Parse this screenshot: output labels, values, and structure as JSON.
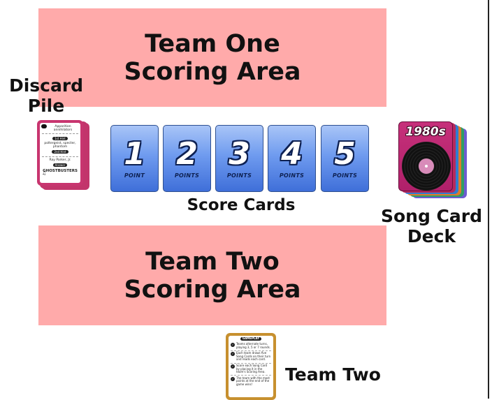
{
  "zones": {
    "team_one": "Team One\nScoring Area",
    "team_two": "Team Two\nScoring Area"
  },
  "labels": {
    "discard_pile": "Discard\nPile",
    "score_cards": "Score Cards",
    "song_card_deck": "Song Card\nDeck",
    "team_two": "Team Two"
  },
  "discard_card": {
    "line1": "Apparition annihilators",
    "pill1": "1st Hint",
    "line2": "poltergeist, specter, phantom",
    "pill2": "2nd Hint",
    "line3": "Ray Parker, Jr.",
    "pill3": "Answer",
    "answer": "GHOSTBUSTERS"
  },
  "score_cards": [
    {
      "number": "1",
      "word": "POINT"
    },
    {
      "number": "2",
      "word": "POINTS"
    },
    {
      "number": "3",
      "word": "POINTS"
    },
    {
      "number": "4",
      "word": "POINTS"
    },
    {
      "number": "5",
      "word": "POINTS"
    }
  ],
  "song_deck": {
    "title": "1980s",
    "back_colors": [
      "#6d5bd0",
      "#2f9e63",
      "#e07b2a",
      "#2f7dd1",
      "#b62a5e"
    ]
  },
  "gameplay_card": {
    "header": "GAMEPLAY",
    "items": [
      "Teams alternate turns, playing 3, 5 or 7 rounds.",
      "Each team draws five Song Cards on their turn and reads each card.",
      "Score each Song Card by placing it in the team's Scoring Area.",
      "The team with the most points at the end of the game wins!"
    ]
  },
  "colors": {
    "zone": "#ffaaaa",
    "score_card": "#6f9bef",
    "discard_card": "#c8356f",
    "song_deck": "#c6307a",
    "gameplay_card": "#c7902f"
  }
}
